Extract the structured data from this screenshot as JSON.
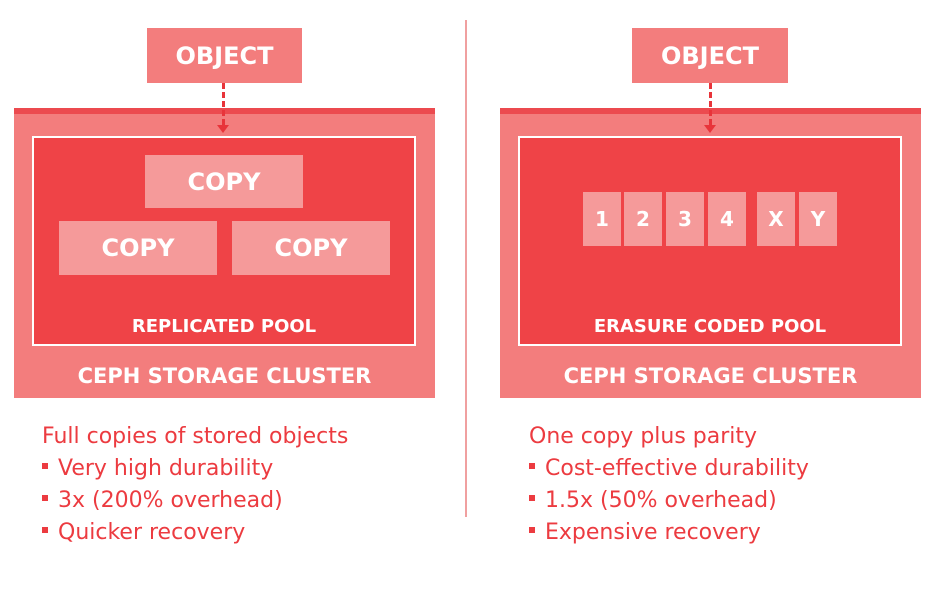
{
  "left": {
    "object_label": "OBJECT",
    "copies": [
      "COPY",
      "COPY",
      "COPY"
    ],
    "pool_label": "REPLICATED POOL",
    "cluster_label": "CEPH STORAGE CLUSTER",
    "description_title": "Full copies of stored objects",
    "bullets": [
      "Very high durability",
      "3x (200% overhead)",
      "Quicker recovery"
    ]
  },
  "right": {
    "object_label": "OBJECT",
    "chunks": [
      "1",
      "2",
      "3",
      "4",
      "X",
      "Y"
    ],
    "pool_label": "ERASURE CODED POOL",
    "cluster_label": "CEPH STORAGE CLUSTER",
    "description_title": "One copy plus parity",
    "bullets": [
      "Cost-effective durability",
      "1.5x (50% overhead)",
      "Expensive recovery"
    ]
  }
}
